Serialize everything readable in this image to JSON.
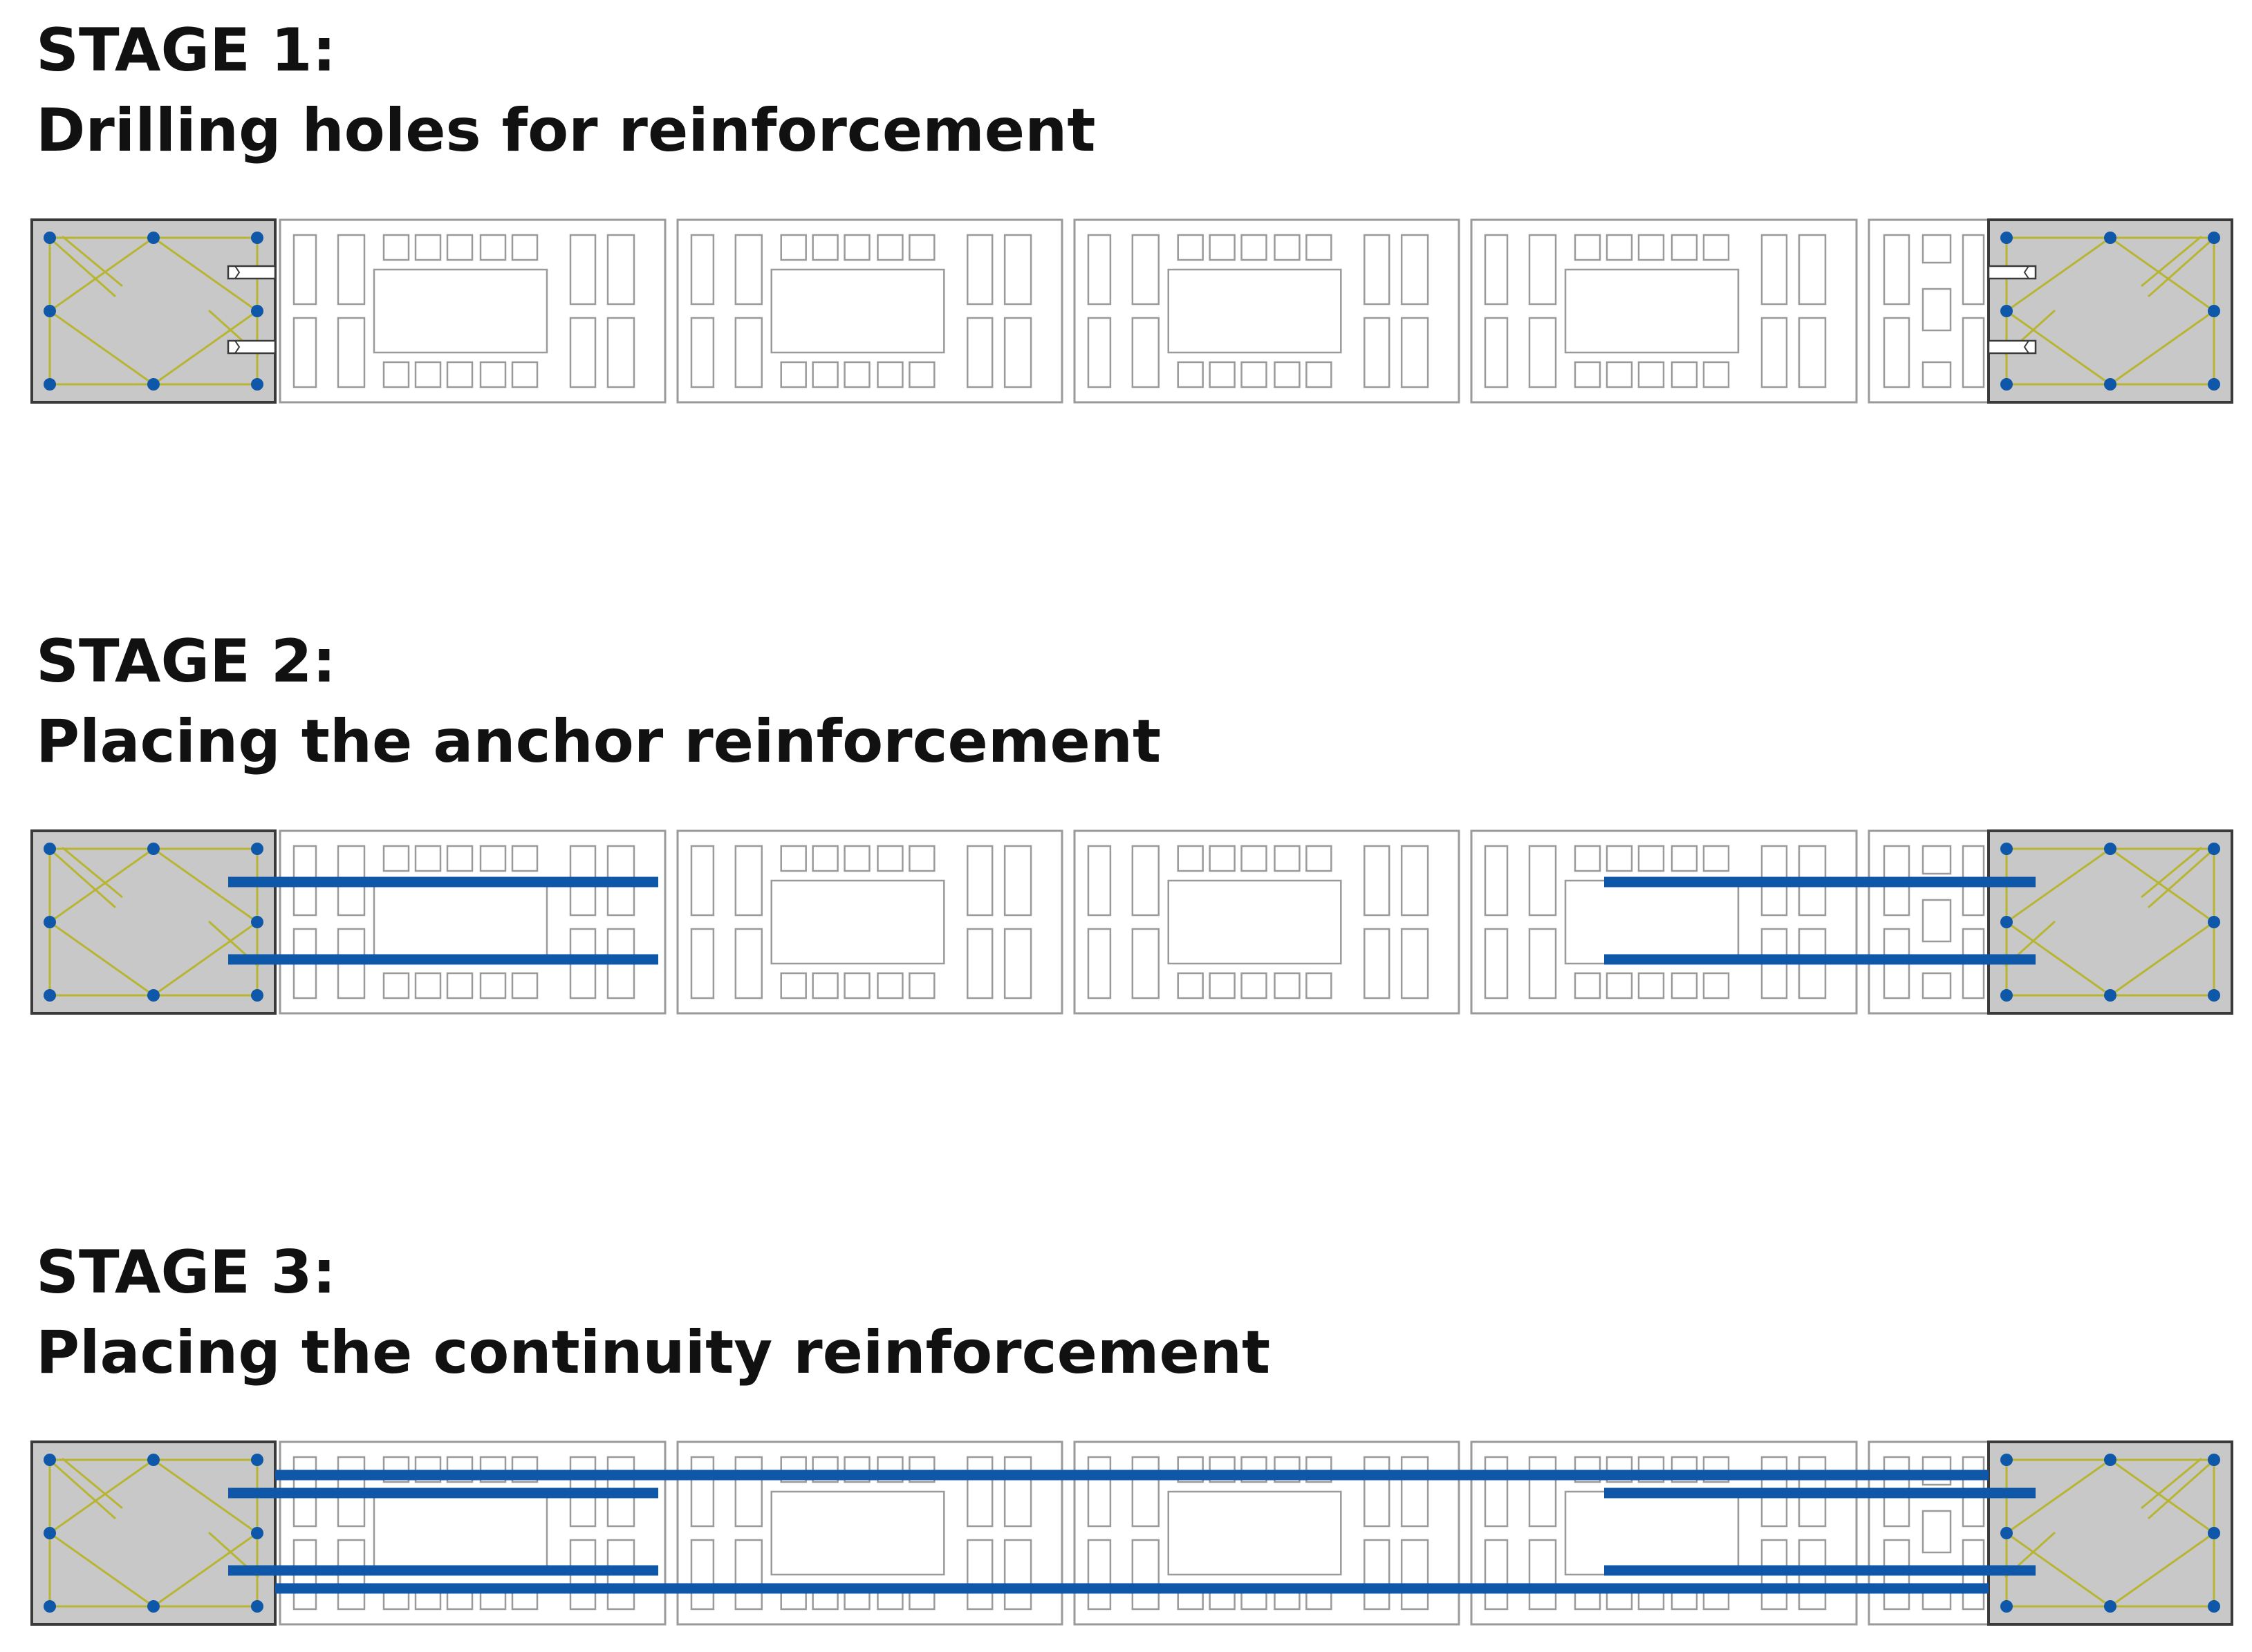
{
  "colors": {
    "column_fill": "#c8c8c8",
    "column_outline": "#3a3a3a",
    "tie": "#b7b532",
    "rebar_dot": "#0f57a8",
    "bar": "#0f57a8",
    "masonry_line": "#9a9a9a",
    "text": "#111111"
  },
  "stages": [
    {
      "id": "stage-1",
      "heading": "STAGE 1:",
      "subtitle": "Drilling holes for reinforcement",
      "drill_holes": true,
      "anchor_bars": false,
      "continuity_bars": false
    },
    {
      "id": "stage-2",
      "heading": "STAGE 2:",
      "subtitle": "Placing the anchor reinforcement",
      "drill_holes": false,
      "anchor_bars": true,
      "continuity_bars": false
    },
    {
      "id": "stage-3",
      "heading": "STAGE 3:",
      "subtitle": "Placing the continuity reinforcement",
      "drill_holes": false,
      "anchor_bars": true,
      "continuity_bars": true
    }
  ]
}
